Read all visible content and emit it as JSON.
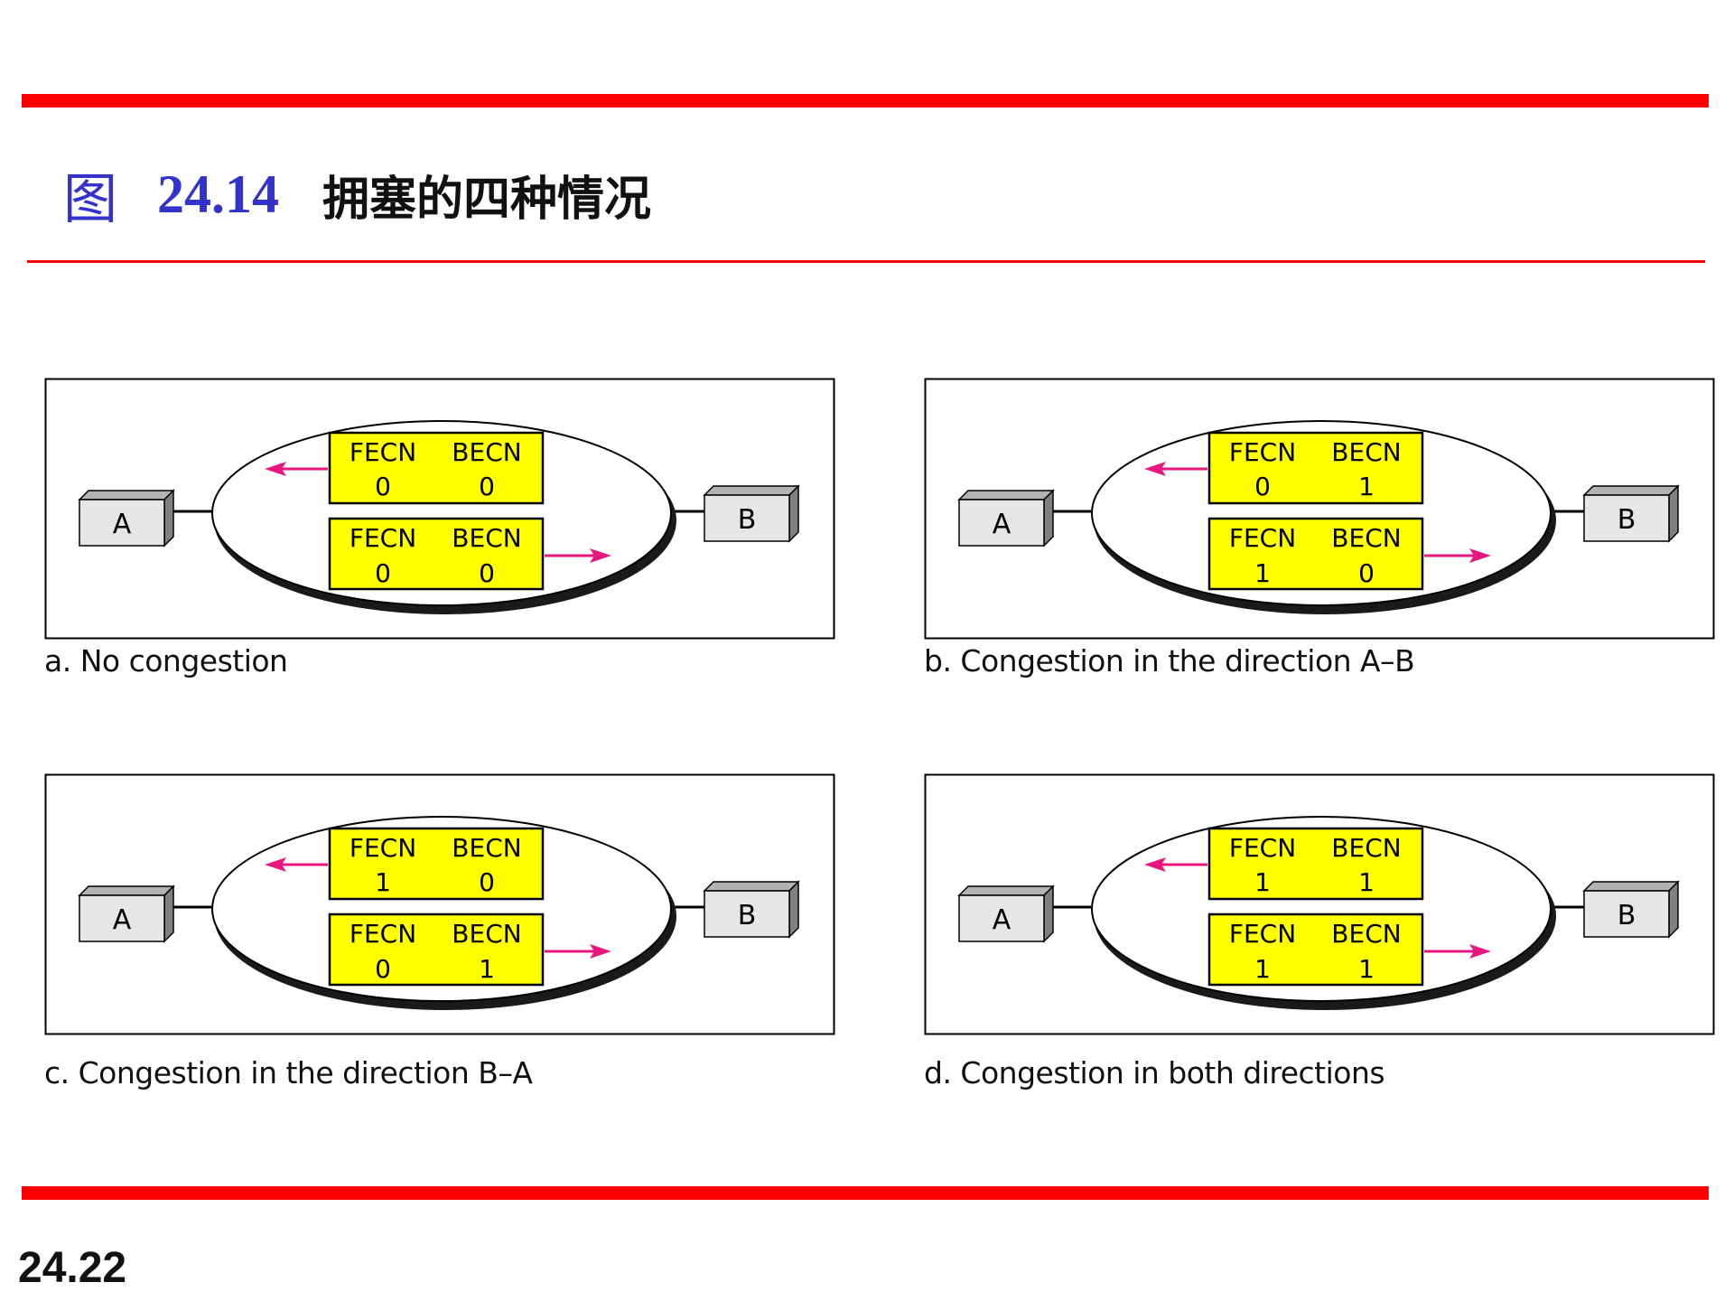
{
  "title": {
    "prefix": "图",
    "number": "24.14",
    "text": "拥塞的四种情况"
  },
  "page_number": "24.22",
  "colors": {
    "rule": "#ff0000",
    "title_accent": "#3333cc",
    "field_box": "#ffff00",
    "arrow": "#e8177f",
    "node_fill": "#e6e6e6",
    "node_side": "#808080"
  },
  "panels": [
    {
      "id": "a",
      "caption": "a. No congestion",
      "node_left": "A",
      "node_right": "B",
      "frames": [
        {
          "direction": "B-A",
          "fecn_label": "FECN",
          "becn_label": "BECN",
          "fecn": "0",
          "becn": "0"
        },
        {
          "direction": "A-B",
          "fecn_label": "FECN",
          "becn_label": "BECN",
          "fecn": "0",
          "becn": "0"
        }
      ]
    },
    {
      "id": "b",
      "caption": "b. Congestion in the direction A–B",
      "node_left": "A",
      "node_right": "B",
      "frames": [
        {
          "direction": "B-A",
          "fecn_label": "FECN",
          "becn_label": "BECN",
          "fecn": "0",
          "becn": "1"
        },
        {
          "direction": "A-B",
          "fecn_label": "FECN",
          "becn_label": "BECN",
          "fecn": "1",
          "becn": "0"
        }
      ]
    },
    {
      "id": "c",
      "caption": "c. Congestion in the direction B–A",
      "node_left": "A",
      "node_right": "B",
      "frames": [
        {
          "direction": "B-A",
          "fecn_label": "FECN",
          "becn_label": "BECN",
          "fecn": "1",
          "becn": "0"
        },
        {
          "direction": "A-B",
          "fecn_label": "FECN",
          "becn_label": "BECN",
          "fecn": "0",
          "becn": "1"
        }
      ]
    },
    {
      "id": "d",
      "caption": "d. Congestion in both directions",
      "node_left": "A",
      "node_right": "B",
      "frames": [
        {
          "direction": "B-A",
          "fecn_label": "FECN",
          "becn_label": "BECN",
          "fecn": "1",
          "becn": "1"
        },
        {
          "direction": "A-B",
          "fecn_label": "FECN",
          "becn_label": "BECN",
          "fecn": "1",
          "becn": "1"
        }
      ]
    }
  ]
}
